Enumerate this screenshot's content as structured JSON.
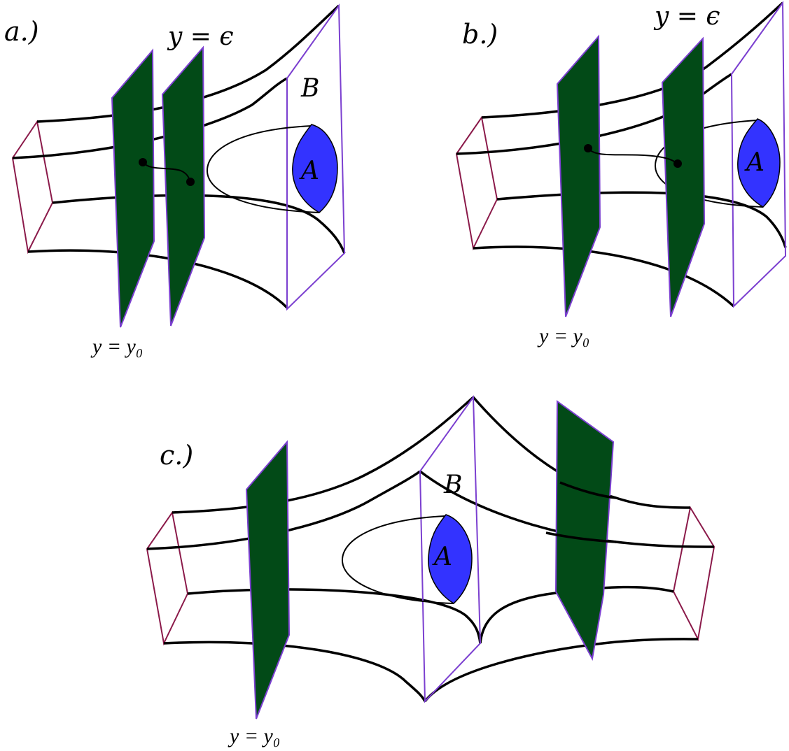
{
  "panels": {
    "a": {
      "label": "a.)",
      "plane_label": "y = ϵ",
      "region_b": "B",
      "region_a": "A",
      "cutoff_label": "y = y₀"
    },
    "b": {
      "label": "b.)",
      "plane_label": "y = ϵ",
      "region_a": "A",
      "cutoff_label": "y = y₀"
    },
    "c": {
      "label": "c.)",
      "region_b": "B",
      "region_a": "A",
      "cutoff_label": "y = y₀"
    }
  },
  "colors": {
    "plane_fill": "#024a17",
    "plane_edge": "#7b3fd0",
    "region_a_fill": "#3333ff",
    "box_edge": "#8b1a4a",
    "boundary_plane": "#7b3fd0",
    "curve": "#000000"
  }
}
